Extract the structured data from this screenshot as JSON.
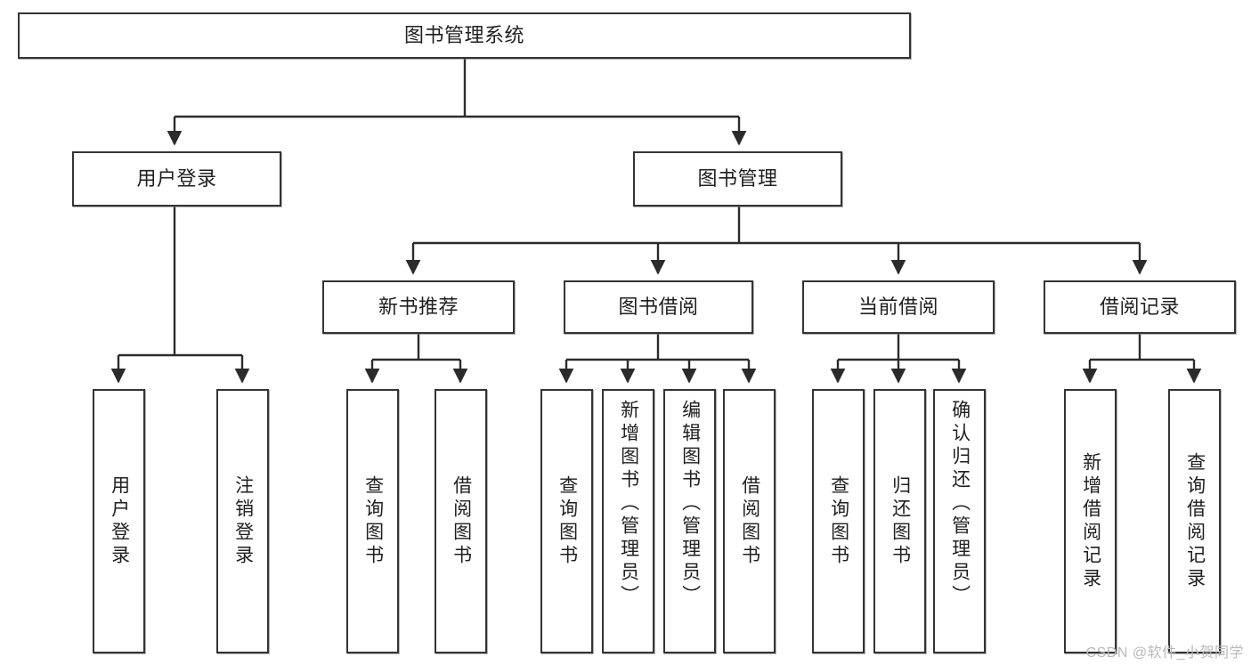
{
  "diagram": {
    "title": "图书管理系统",
    "type": "hierarchy-tree",
    "watermark": "CSDN @软件_小贺同学",
    "colors": {
      "box_border": "#343434",
      "box_fill": "#ffffff",
      "connector": "#2b2b2b",
      "text": "#1f1f1f",
      "watermark": "#b9b9b9"
    },
    "nodes": {
      "root": {
        "label": "图书管理系统"
      },
      "level2": [
        {
          "id": "user-login",
          "label": "用户登录"
        },
        {
          "id": "book-manage",
          "label": "图书管理"
        }
      ],
      "level3": [
        {
          "id": "new-book-rec",
          "label": "新书推荐"
        },
        {
          "id": "book-borrow",
          "label": "图书借阅"
        },
        {
          "id": "current-borrow",
          "label": "当前借阅"
        },
        {
          "id": "borrow-record",
          "label": "借阅记录"
        }
      ],
      "leaves": {
        "user_login": [
          {
            "id": "leaf-user-login",
            "label": "用户登录"
          },
          {
            "id": "leaf-logout-login",
            "label": "注销登录"
          }
        ],
        "new_book_rec": [
          {
            "id": "leaf-query-book-1",
            "label": "查询图书"
          },
          {
            "id": "leaf-borrow-book-1",
            "label": "借阅图书"
          }
        ],
        "book_borrow": [
          {
            "id": "leaf-query-book-2",
            "label": "查询图书"
          },
          {
            "id": "leaf-add-book",
            "label": "新增图书（管理员）"
          },
          {
            "id": "leaf-edit-book",
            "label": "编辑图书（管理员）"
          },
          {
            "id": "leaf-borrow-book-2",
            "label": "借阅图书"
          }
        ],
        "current_borrow": [
          {
            "id": "leaf-query-book-3",
            "label": "查询图书"
          },
          {
            "id": "leaf-return-book",
            "label": "归还图书"
          },
          {
            "id": "leaf-confirm-return",
            "label": "确认归还（管理员）"
          }
        ],
        "borrow_record": [
          {
            "id": "leaf-add-record",
            "label": "新增借阅记录"
          },
          {
            "id": "leaf-query-record",
            "label": "查询借阅记录"
          }
        ]
      }
    }
  },
  "chart_data": {
    "type": "table",
    "title": "图书管理系统",
    "categories": [
      "用户登录",
      "图书管理"
    ],
    "series": [
      {
        "name": "用户登录",
        "values": [
          "用户登录",
          "注销登录"
        ]
      },
      {
        "name": "图书管理",
        "values": [
          "新书推荐",
          "图书借阅",
          "当前借阅",
          "借阅记录"
        ]
      }
    ]
  }
}
